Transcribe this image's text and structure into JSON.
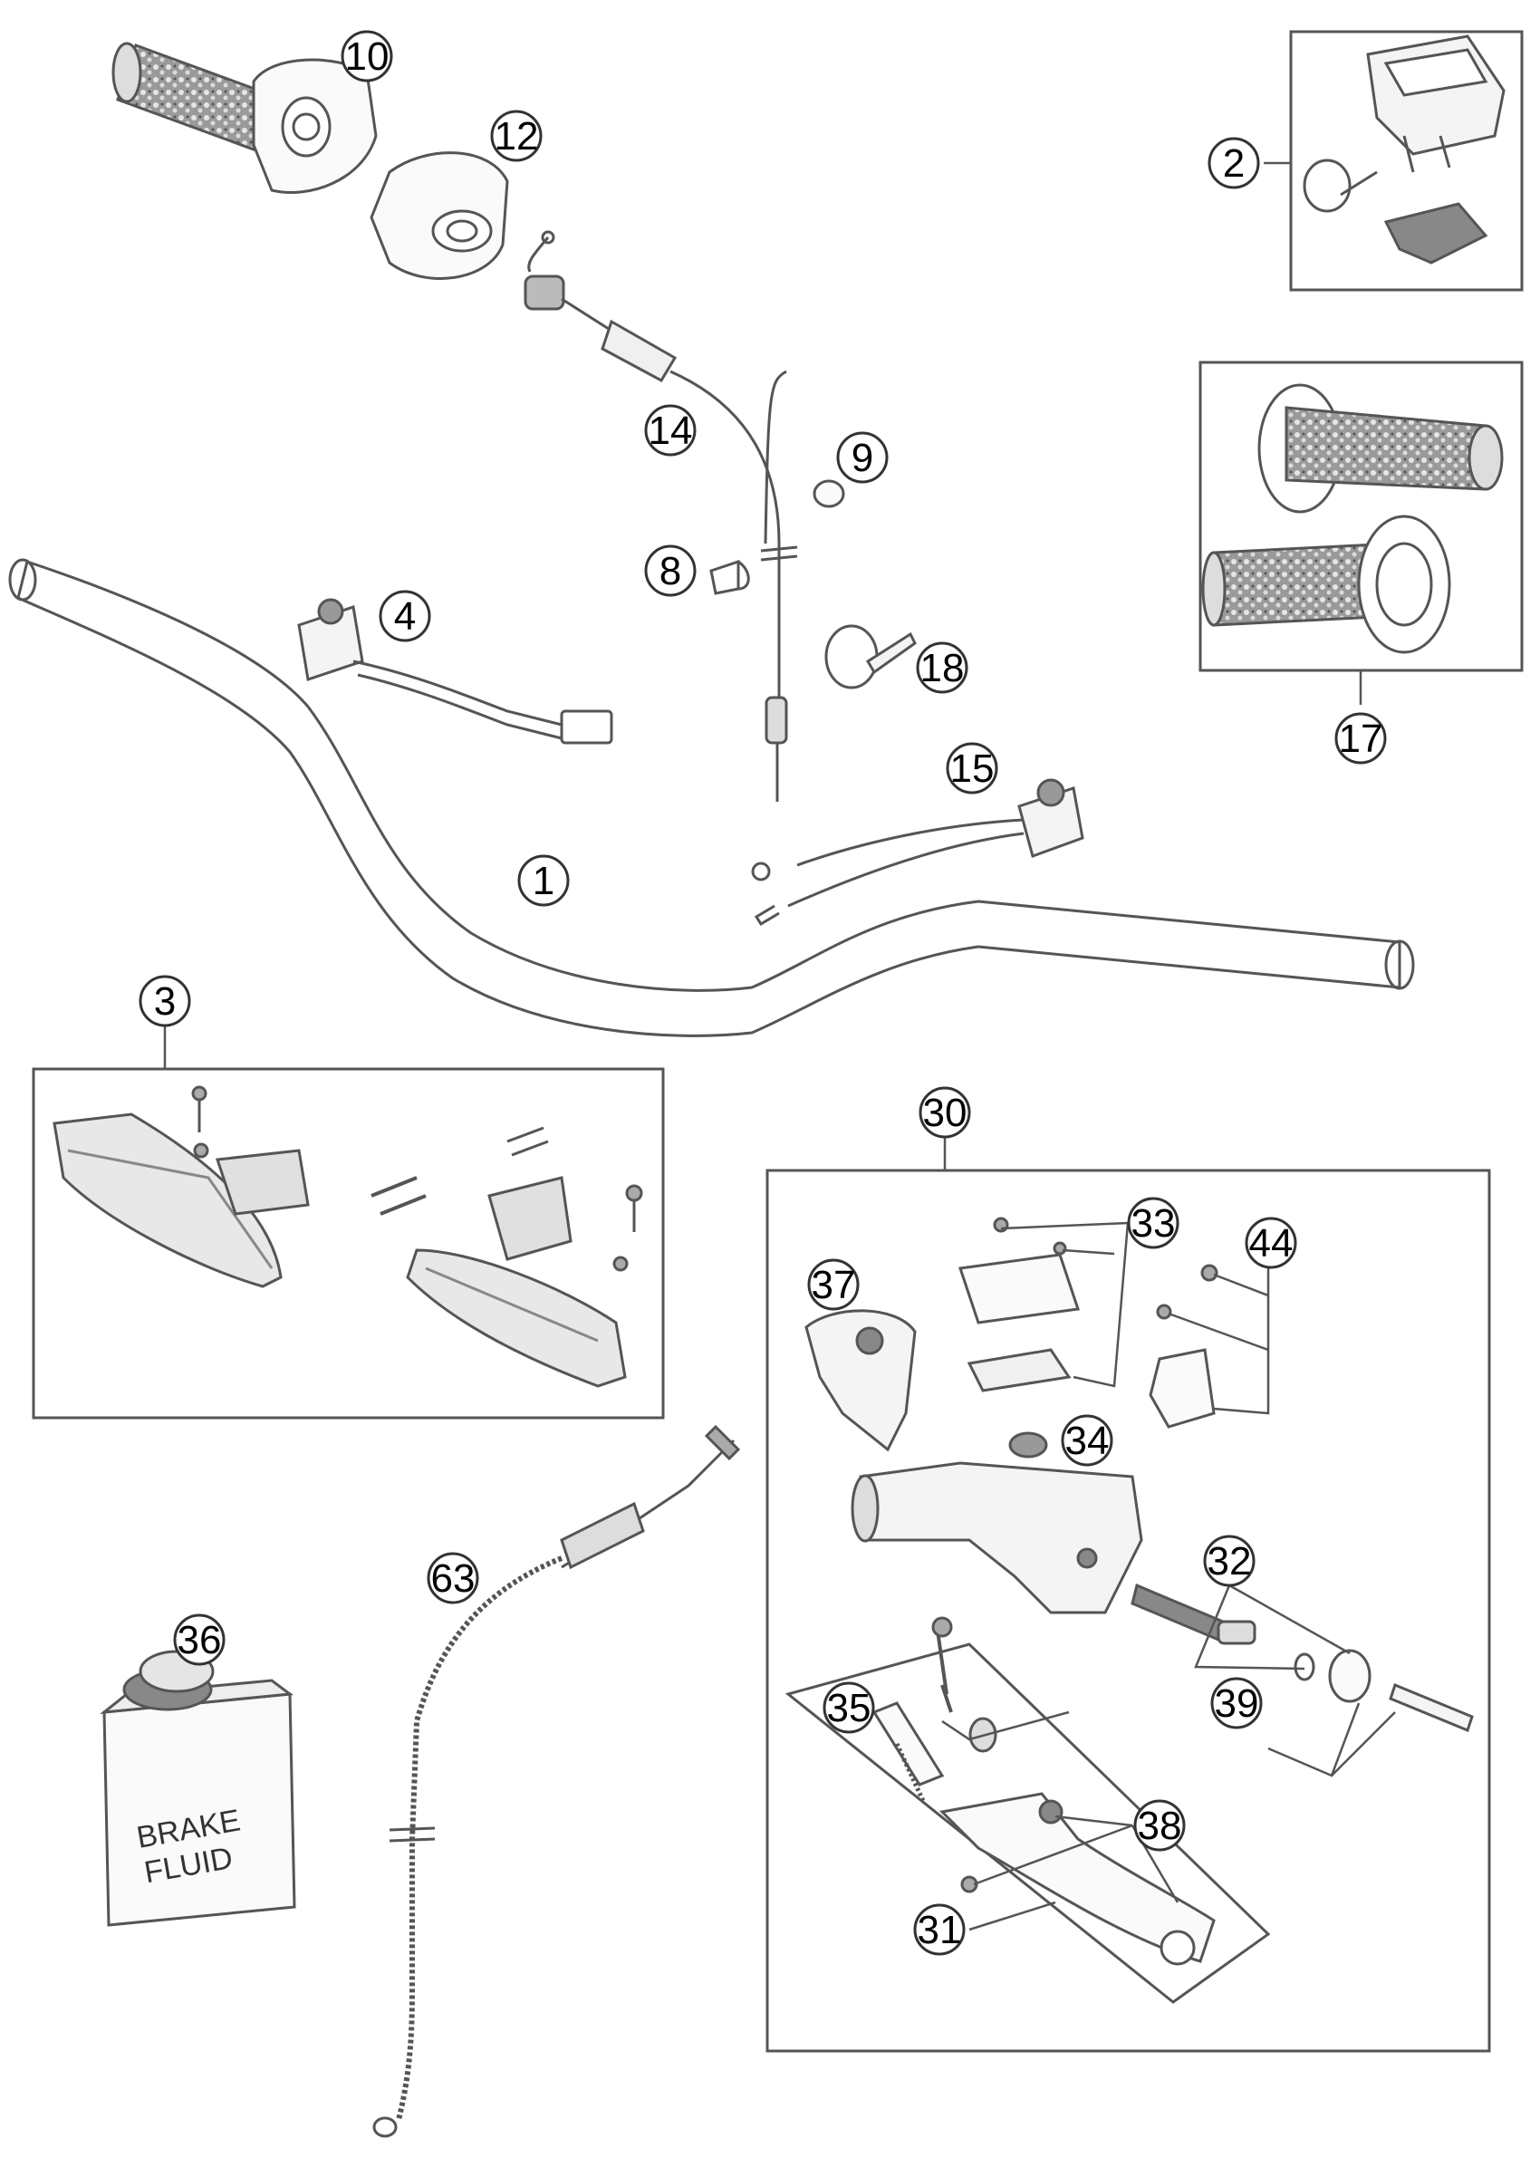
{
  "callouts": [
    {
      "id": "1",
      "label": "1"
    },
    {
      "id": "2",
      "label": "2"
    },
    {
      "id": "3",
      "label": "3"
    },
    {
      "id": "4",
      "label": "4"
    },
    {
      "id": "8",
      "label": "8"
    },
    {
      "id": "9",
      "label": "9"
    },
    {
      "id": "10",
      "label": "10"
    },
    {
      "id": "12",
      "label": "12"
    },
    {
      "id": "14",
      "label": "14"
    },
    {
      "id": "15",
      "label": "15"
    },
    {
      "id": "17",
      "label": "17"
    },
    {
      "id": "18",
      "label": "18"
    },
    {
      "id": "30",
      "label": "30"
    },
    {
      "id": "31",
      "label": "31"
    },
    {
      "id": "32",
      "label": "32"
    },
    {
      "id": "33",
      "label": "33"
    },
    {
      "id": "34",
      "label": "34"
    },
    {
      "id": "35",
      "label": "35"
    },
    {
      "id": "36",
      "label": "36"
    },
    {
      "id": "37",
      "label": "37"
    },
    {
      "id": "38",
      "label": "38"
    },
    {
      "id": "39",
      "label": "39"
    },
    {
      "id": "44",
      "label": "44"
    },
    {
      "id": "63",
      "label": "63"
    }
  ],
  "can_label": {
    "line1": "BRAKE",
    "line2": "FLUID"
  },
  "colors": {
    "line": "#555555",
    "fill": "#f4f4f4",
    "shade": "#bdbdbd",
    "dark": "#6a6a6a"
  }
}
